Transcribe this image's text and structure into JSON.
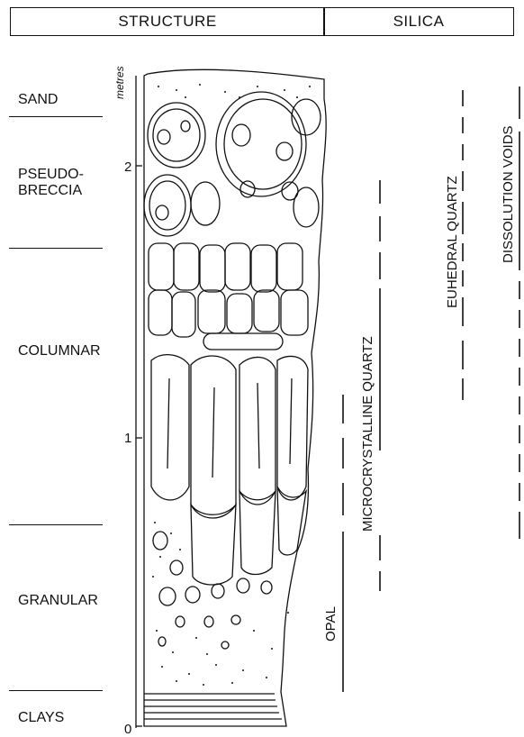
{
  "headers": {
    "structure": "STRUCTURE",
    "silica": "SILICA"
  },
  "zones": {
    "sand": "SAND",
    "pseudo_breccia_1": "PSEUDO-",
    "pseudo_breccia_2": "BRECCIA",
    "columnar": "COLUMNAR",
    "granular": "GRANULAR",
    "clays": "CLAYS"
  },
  "scale": {
    "unit": "metres",
    "ticks": [
      "2",
      "1",
      "0"
    ]
  },
  "silica_phases": [
    "OPAL",
    "MICROCRYSTALLINE QUARTZ",
    "EUHEDRAL QUARTZ",
    "DISSOLUTION VOIDS"
  ]
}
